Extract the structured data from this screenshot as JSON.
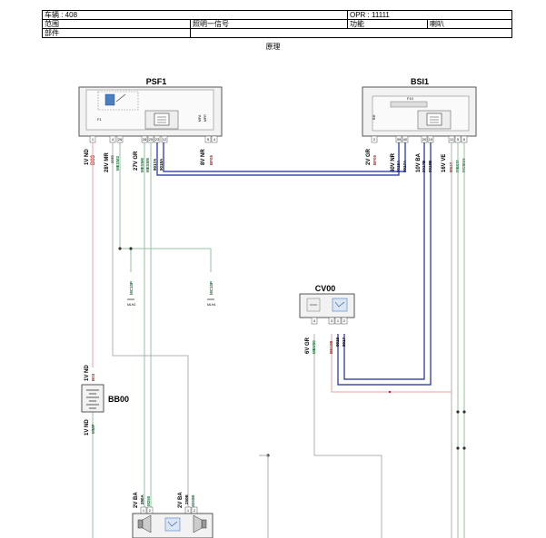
{
  "header": {
    "vehicle": "车辆 : 408",
    "opr": "OPR : 11111",
    "scope_label": "范围",
    "scope_value": "照明一信号",
    "function_label": "功能",
    "function_value": "喇叭",
    "part_label": "部件",
    "diagram_caption": "原理"
  },
  "components": {
    "psf1": {
      "name": "PSF1",
      "pins": [
        "1",
        "4",
        "26",
        "28",
        "25",
        "23",
        "12",
        "5",
        "4"
      ],
      "wires": [
        "1V ND",
        "28V MR",
        "27V GR",
        "8V NR"
      ],
      "nets": [
        "B03",
        "2050",
        "MESM3",
        "MESM6",
        "MESM5",
        "9017A",
        "9018A",
        "BF05"
      ],
      "internal": [
        "F1",
        "MPA",
        "MPR"
      ]
    },
    "bsi1": {
      "name": "BSI1",
      "pins": [
        "2",
        "39",
        "40",
        "20",
        "19",
        "11",
        "5",
        "6"
      ],
      "wires": [
        "2V GR",
        "40V NR",
        "10V BA",
        "16V VE"
      ],
      "nets": [
        "BF05",
        "9018A",
        "9017A",
        "9017B",
        "9018B",
        "BE10",
        "MESM",
        "MCBS6"
      ],
      "internal": [
        "F10",
        "BH"
      ]
    },
    "cv00": {
      "name": "CV00",
      "pins": [
        "4",
        "3",
        "1",
        "2"
      ],
      "wires": [
        "6V GR"
      ],
      "nets": [
        "MEV00",
        "BE10B",
        "9018",
        "9017"
      ]
    },
    "bb00": {
      "name": "BB00",
      "wires": [
        "1V ND",
        "1V ND"
      ],
      "nets": [
        "B03",
        "MMP"
      ]
    },
    "horn": {
      "pins": [
        "1",
        "2",
        "1",
        "2"
      ],
      "wires": [
        "2V BA",
        "2V BA"
      ],
      "nets": [
        "250A",
        "M250",
        "250B",
        "M250B"
      ]
    },
    "grounds": [
      {
        "name": "MC10P",
        "sub": "MLH2"
      },
      {
        "name": "MC10P",
        "sub": "MLH4"
      }
    ]
  }
}
